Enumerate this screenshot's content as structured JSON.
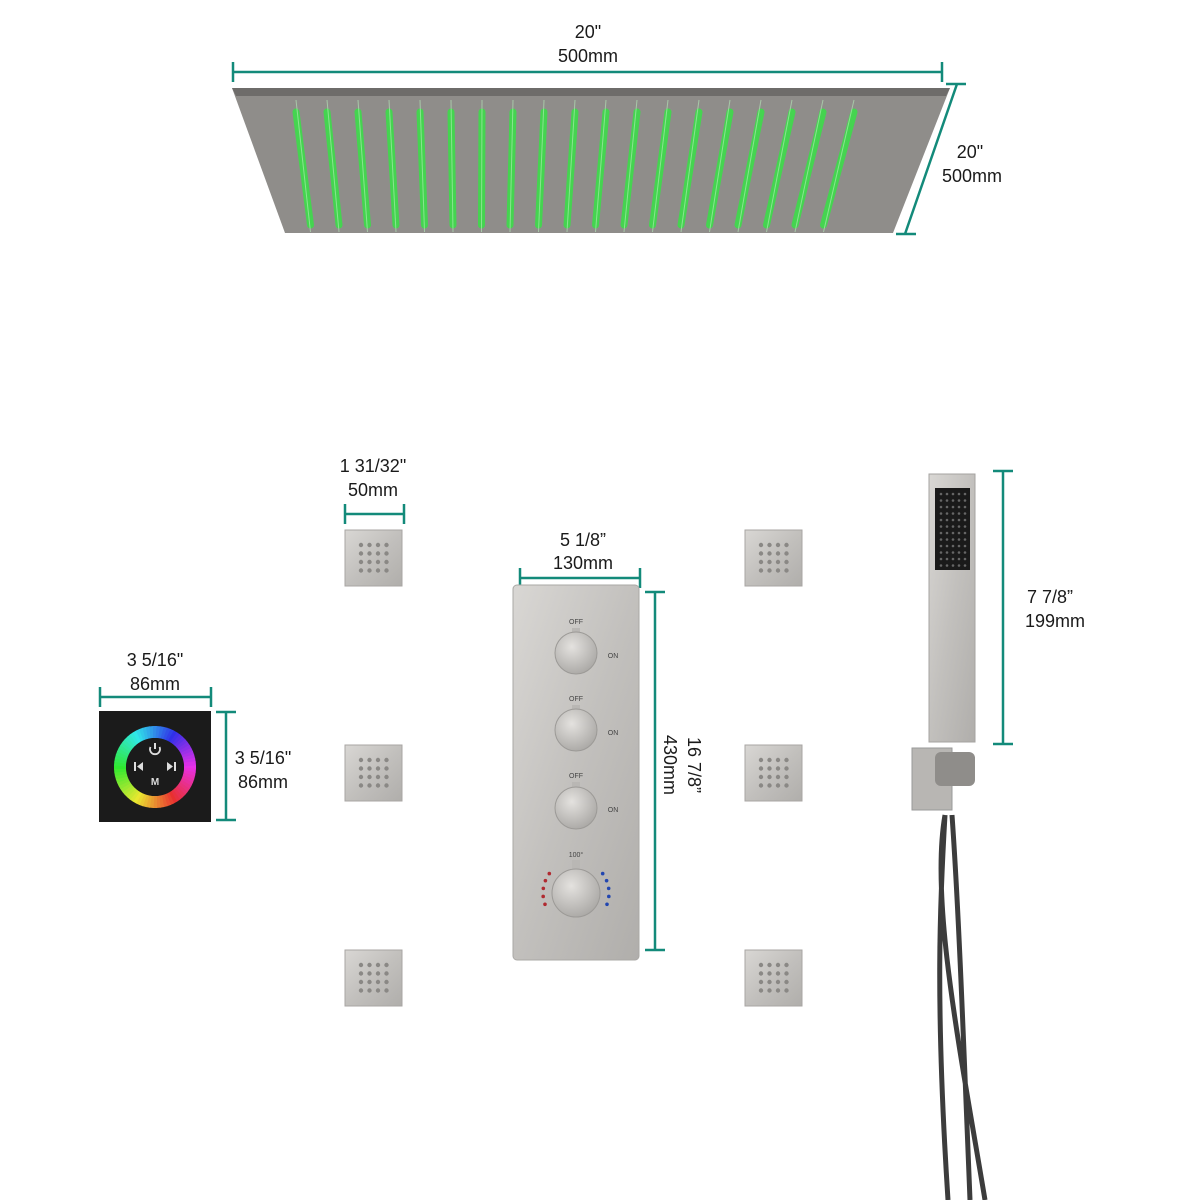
{
  "colors": {
    "dimension_line": "#138a7a",
    "metal": "#c9c7c4",
    "led_green": "#3ddc4a",
    "controller_black": "#1b1b1b"
  },
  "rain_shower_head": {
    "width_in": "20\"",
    "width_mm": "500mm",
    "depth_in": "20\"",
    "depth_mm": "500mm"
  },
  "body_jet": {
    "width_in": "1 31/32\"",
    "width_mm": "50mm"
  },
  "control_panel": {
    "width_in": "5 1/8”",
    "width_mm": "130mm",
    "height_in": "16 7/8”",
    "height_mm": "430mm",
    "valve_labels": [
      {
        "off": "OFF",
        "on": "ON"
      },
      {
        "off": "OFF",
        "on": "ON"
      },
      {
        "off": "OFF",
        "on": "ON"
      }
    ],
    "thermostat_label": "100°"
  },
  "led_controller": {
    "width_in": "3 5/16\"",
    "width_mm": "86mm",
    "height_in": "3 5/16\"",
    "height_mm": "86mm",
    "mode_label": "M"
  },
  "hand_shower": {
    "length_in": "7 7/8”",
    "length_mm": "199mm"
  }
}
